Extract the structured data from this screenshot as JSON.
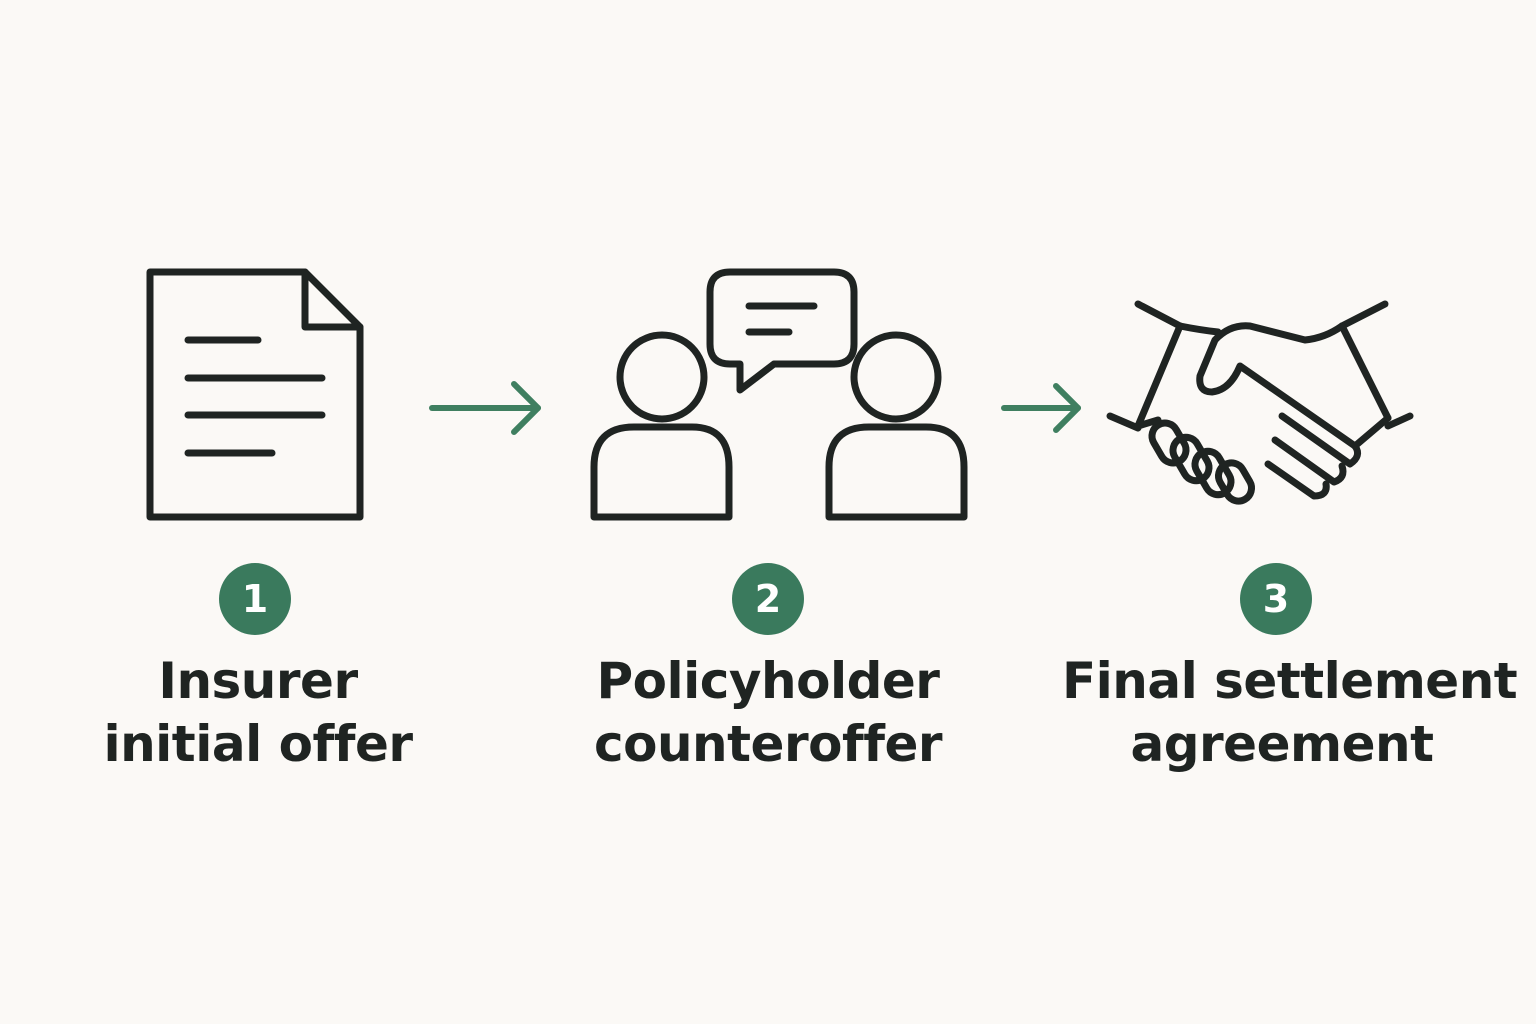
{
  "steps": [
    {
      "number": "1",
      "label_line1": "Insurer",
      "label_line2": "initial offer",
      "icon": "document-icon"
    },
    {
      "number": "2",
      "label_line1": "Policyholder",
      "label_line2": "counteroffer",
      "icon": "people-conversation-icon"
    },
    {
      "number": "3",
      "label_line1": "Final settlement",
      "label_line2": "agreement",
      "icon": "handshake-icon"
    }
  ],
  "colors": {
    "background": "#fbf9f6",
    "ink": "#1f2422",
    "accent": "#3a7a5d"
  }
}
